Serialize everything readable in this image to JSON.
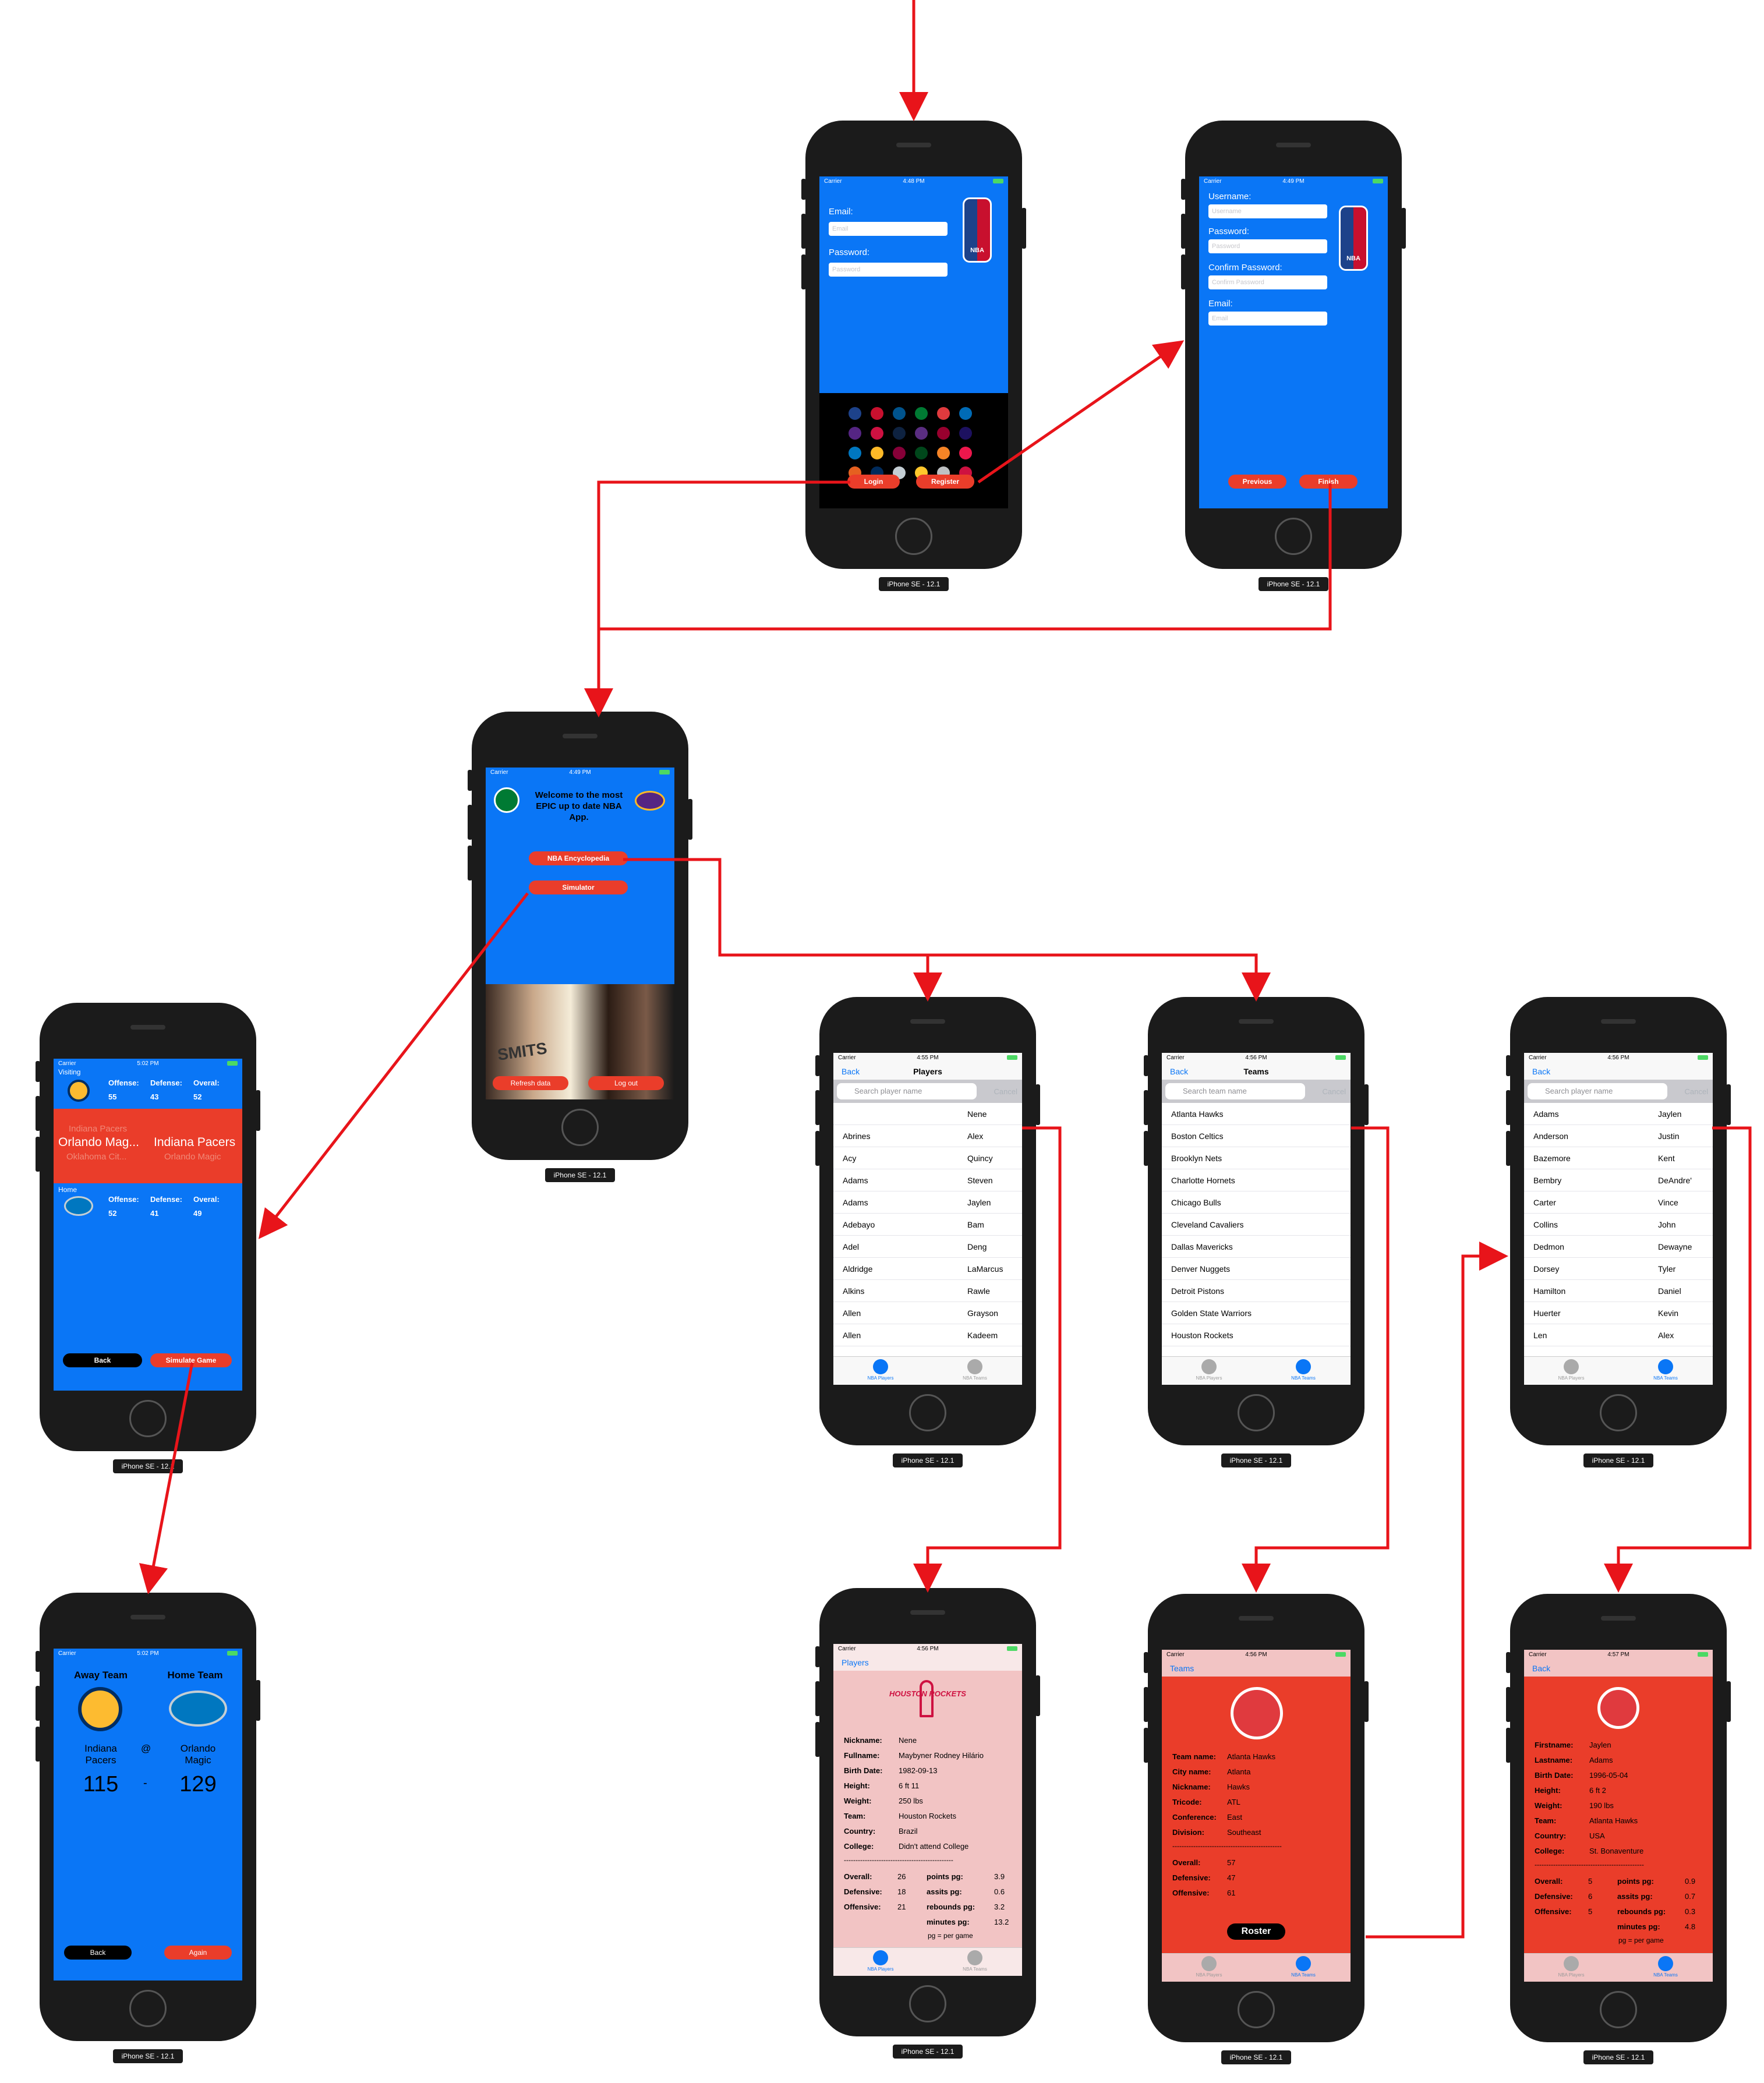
{
  "device_label": "iPhone SE - 12.1",
  "login": {
    "carrier": "Carrier",
    "time": "4:48 PM",
    "email_label": "Email:",
    "email_placeholder": "Email",
    "password_label": "Password:",
    "password_placeholder": "Password",
    "nba_text": "NBA",
    "login_button": "Login",
    "register_button": "Register"
  },
  "register": {
    "carrier": "Carrier",
    "time": "4:49 PM",
    "username_label": "Username:",
    "username_placeholder": "Username",
    "password_label": "Password:",
    "password_placeholder": "Password",
    "confirm_label": "Confirm Password:",
    "confirm_placeholder": "Confirm Password",
    "email_label": "Email:",
    "email_placeholder": "Email",
    "nba_text": "NBA",
    "previous_button": "Previous",
    "finish_button": "Finish"
  },
  "welcome": {
    "carrier": "Carrier",
    "time": "4:49 PM",
    "message": "Welcome to the most EPIC up to date NBA App.",
    "encyclopedia_button": "NBA Encyclopedia",
    "simulator_button": "Simulator",
    "refresh_button": "Refresh data",
    "logout_button": "Log out",
    "jersey_text": "SMITS"
  },
  "simulator": {
    "carrier": "Carrier",
    "time": "5:02 PM",
    "visiting_label": "Visiting",
    "home_label": "Home",
    "offense_label": "Offense:",
    "defense_label": "Defense:",
    "overall_label": "Overal:",
    "visiting_offense": "55",
    "visiting_defense": "43",
    "visiting_overall": "52",
    "home_offense": "52",
    "home_defense": "41",
    "home_overall": "49",
    "picker_left_top": "Indiana Pacers",
    "picker_left_selected": "Orlando Mag...",
    "picker_left_bottom": "Oklahoma Cit...",
    "picker_right_selected": "Indiana Pacers",
    "picker_right_bottom": "Orlando Magic",
    "back_button": "Back",
    "simulate_button": "Simulate Game"
  },
  "result": {
    "carrier": "Carrier",
    "time": "5:02 PM",
    "away_label": "Away Team",
    "home_label": "Home Team",
    "away_name": "Indiana Pacers",
    "at": "@",
    "home_name": "Orlando Magic",
    "away_score": "115",
    "dash": "-",
    "home_score": "129",
    "back_button": "Back",
    "again_button": "Again"
  },
  "players": {
    "carrier": "Carrier",
    "time": "4:55 PM",
    "back": "Back",
    "title": "Players",
    "search_placeholder": "Search player name",
    "cancel": "Cancel",
    "rows": [
      {
        "last": "",
        "first": "Nene"
      },
      {
        "last": "Abrines",
        "first": "Alex"
      },
      {
        "last": "Acy",
        "first": "Quincy"
      },
      {
        "last": "Adams",
        "first": "Steven"
      },
      {
        "last": "Adams",
        "first": "Jaylen"
      },
      {
        "last": "Adebayo",
        "first": "Bam"
      },
      {
        "last": "Adel",
        "first": "Deng"
      },
      {
        "last": "Aldridge",
        "first": "LaMarcus"
      },
      {
        "last": "Alkins",
        "first": "Rawle"
      },
      {
        "last": "Allen",
        "first": "Grayson"
      },
      {
        "last": "Allen",
        "first": "Kadeem"
      }
    ],
    "tab_players": "NBA Players",
    "tab_teams": "NBA Teams"
  },
  "teams": {
    "carrier": "Carrier",
    "time": "4:56 PM",
    "back": "Back",
    "title": "Teams",
    "search_placeholder": "Search team name",
    "cancel": "Cancel",
    "rows": [
      "Atlanta Hawks",
      "Boston Celtics",
      "Brooklyn Nets",
      "Charlotte Hornets",
      "Chicago Bulls",
      "Cleveland Cavaliers",
      "Dallas Mavericks",
      "Denver Nuggets",
      "Detroit Pistons",
      "Golden State Warriors",
      "Houston Rockets"
    ],
    "tab_players": "NBA Players",
    "tab_teams": "NBA Teams"
  },
  "roster": {
    "carrier": "Carrier",
    "time": "4:56 PM",
    "back": "Back",
    "search_placeholder": "Search player name",
    "cancel": "Cancel",
    "rows": [
      {
        "last": "Adams",
        "first": "Jaylen"
      },
      {
        "last": "Anderson",
        "first": "Justin"
      },
      {
        "last": "Bazemore",
        "first": "Kent"
      },
      {
        "last": "Bembry",
        "first": "DeAndre'"
      },
      {
        "last": "Carter",
        "first": "Vince"
      },
      {
        "last": "Collins",
        "first": "John"
      },
      {
        "last": "Dedmon",
        "first": "Dewayne"
      },
      {
        "last": "Dorsey",
        "first": "Tyler"
      },
      {
        "last": "Hamilton",
        "first": "Daniel"
      },
      {
        "last": "Huerter",
        "first": "Kevin"
      },
      {
        "last": "Len",
        "first": "Alex"
      }
    ],
    "tab_players": "NBA Players",
    "tab_teams": "NBA Teams"
  },
  "player_detail": {
    "carrier": "Carrier",
    "time": "4:56 PM",
    "back": "Players",
    "team_logo_text": "HOUSTON ROCKETS",
    "fields": [
      {
        "k": "Nickname:",
        "v": "Nene"
      },
      {
        "k": "Fullname:",
        "v": "Maybyner Rodney Hilário"
      },
      {
        "k": "Birth Date:",
        "v": "1982-09-13"
      },
      {
        "k": "Height:",
        "v": "6 ft 11"
      },
      {
        "k": "Weight:",
        "v": "250 lbs"
      },
      {
        "k": "Team:",
        "v": "Houston Rockets"
      },
      {
        "k": "Country:",
        "v": "Brazil"
      },
      {
        "k": "College:",
        "v": "Didn't attend College"
      }
    ],
    "divider": "-----------------------------------------------",
    "overall_label": "Overall:",
    "overall": "26",
    "defensive_label": "Defensive:",
    "defensive": "18",
    "offensive_label": "Offensive:",
    "offensive": "21",
    "points_label": "points pg:",
    "points": "3.9",
    "assists_label": "assits pg:",
    "assists": "0.6",
    "rebounds_label": "rebounds pg:",
    "rebounds": "3.2",
    "minutes_label": "minutes pg:",
    "minutes": "13.2",
    "pg_note": "pg = per game",
    "tab_players": "NBA Players",
    "tab_teams": "NBA Teams"
  },
  "team_detail": {
    "carrier": "Carrier",
    "time": "4:56 PM",
    "back": "Teams",
    "fields": [
      {
        "k": "Team name:",
        "v": "Atlanta Hawks"
      },
      {
        "k": "City name:",
        "v": "Atlanta"
      },
      {
        "k": "Nickname:",
        "v": "Hawks"
      },
      {
        "k": "Tricode:",
        "v": "ATL"
      },
      {
        "k": "Conference:",
        "v": "East"
      },
      {
        "k": "Division:",
        "v": "Southeast"
      }
    ],
    "divider": "-----------------------------------------------",
    "overall_label": "Overall:",
    "overall": "57",
    "defensive_label": "Defensive:",
    "defensive": "47",
    "offensive_label": "Offensive:",
    "offensive": "61",
    "roster_button": "Roster",
    "tab_players": "NBA Players",
    "tab_teams": "NBA Teams"
  },
  "roster_detail": {
    "carrier": "Carrier",
    "time": "4:57 PM",
    "back": "Back",
    "fields": [
      {
        "k": "Firstname:",
        "v": "Jaylen"
      },
      {
        "k": "Lastname:",
        "v": "Adams"
      },
      {
        "k": "Birth Date:",
        "v": "1996-05-04"
      },
      {
        "k": "Height:",
        "v": "6 ft 2"
      },
      {
        "k": "Weight:",
        "v": "190 lbs"
      },
      {
        "k": "Team:",
        "v": "Atlanta Hawks"
      },
      {
        "k": "Country:",
        "v": "USA"
      },
      {
        "k": "College:",
        "v": "St. Bonaventure"
      }
    ],
    "divider": "-----------------------------------------------",
    "overall_label": "Overall:",
    "overall": "5",
    "defensive_label": "Defensive:",
    "defensive": "6",
    "offensive_label": "Offensive:",
    "offensive": "5",
    "points_label": "points pg:",
    "points": "0.9",
    "assists_label": "assits pg:",
    "assists": "0.7",
    "rebounds_label": "rebounds pg:",
    "rebounds": "0.3",
    "minutes_label": "minutes pg:",
    "minutes": "4.8",
    "pg_note": "pg = per game",
    "tab_players": "NBA Players",
    "tab_teams": "NBA Teams"
  },
  "colors": {
    "blue": "#0a76f6",
    "red": "#ea3d2a",
    "arrow": "#e8141a",
    "pink": "#f2c4c4"
  }
}
